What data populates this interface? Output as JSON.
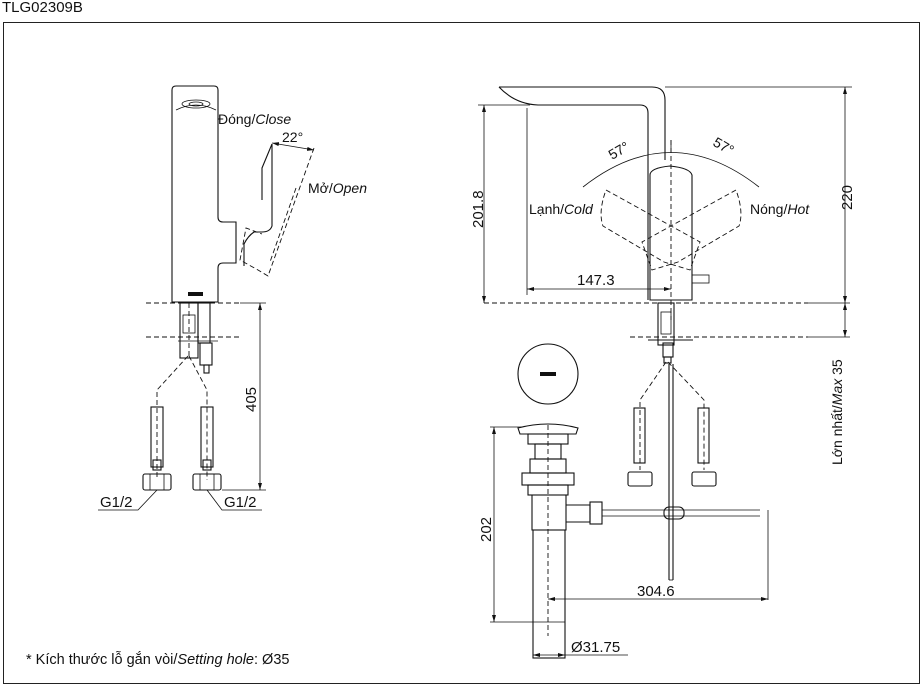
{
  "model_code": "TLG02309B",
  "side_view": {
    "close_label": "Đóng/",
    "close_label_en": "Close",
    "open_label": "Mở/",
    "open_label_en": "Open",
    "lever_angle": "22°",
    "height_dim": "405",
    "thread_left": "G1/2",
    "thread_right": "G1/2"
  },
  "front_view": {
    "angle_left": "57°",
    "angle_right": "57°",
    "cold_label": "Lạnh/",
    "cold_label_en": "Cold",
    "hot_label": "Nóng/",
    "hot_label_en": "Hot",
    "spout_height_dim": "201.8",
    "total_height_dim": "220",
    "spout_reach_dim": "147.3",
    "max_deck_label": "Lớn nhất/",
    "max_deck_label_en": "Max",
    "max_deck_value": "35"
  },
  "drain": {
    "height_dim": "202",
    "rod_length_dim": "304.6",
    "pipe_diameter_dim": "Ø31.75"
  },
  "footnote": {
    "prefix": "* Kích thước lỗ gắn vòi/",
    "italic": "Setting hole",
    "suffix": ": Ø35"
  }
}
